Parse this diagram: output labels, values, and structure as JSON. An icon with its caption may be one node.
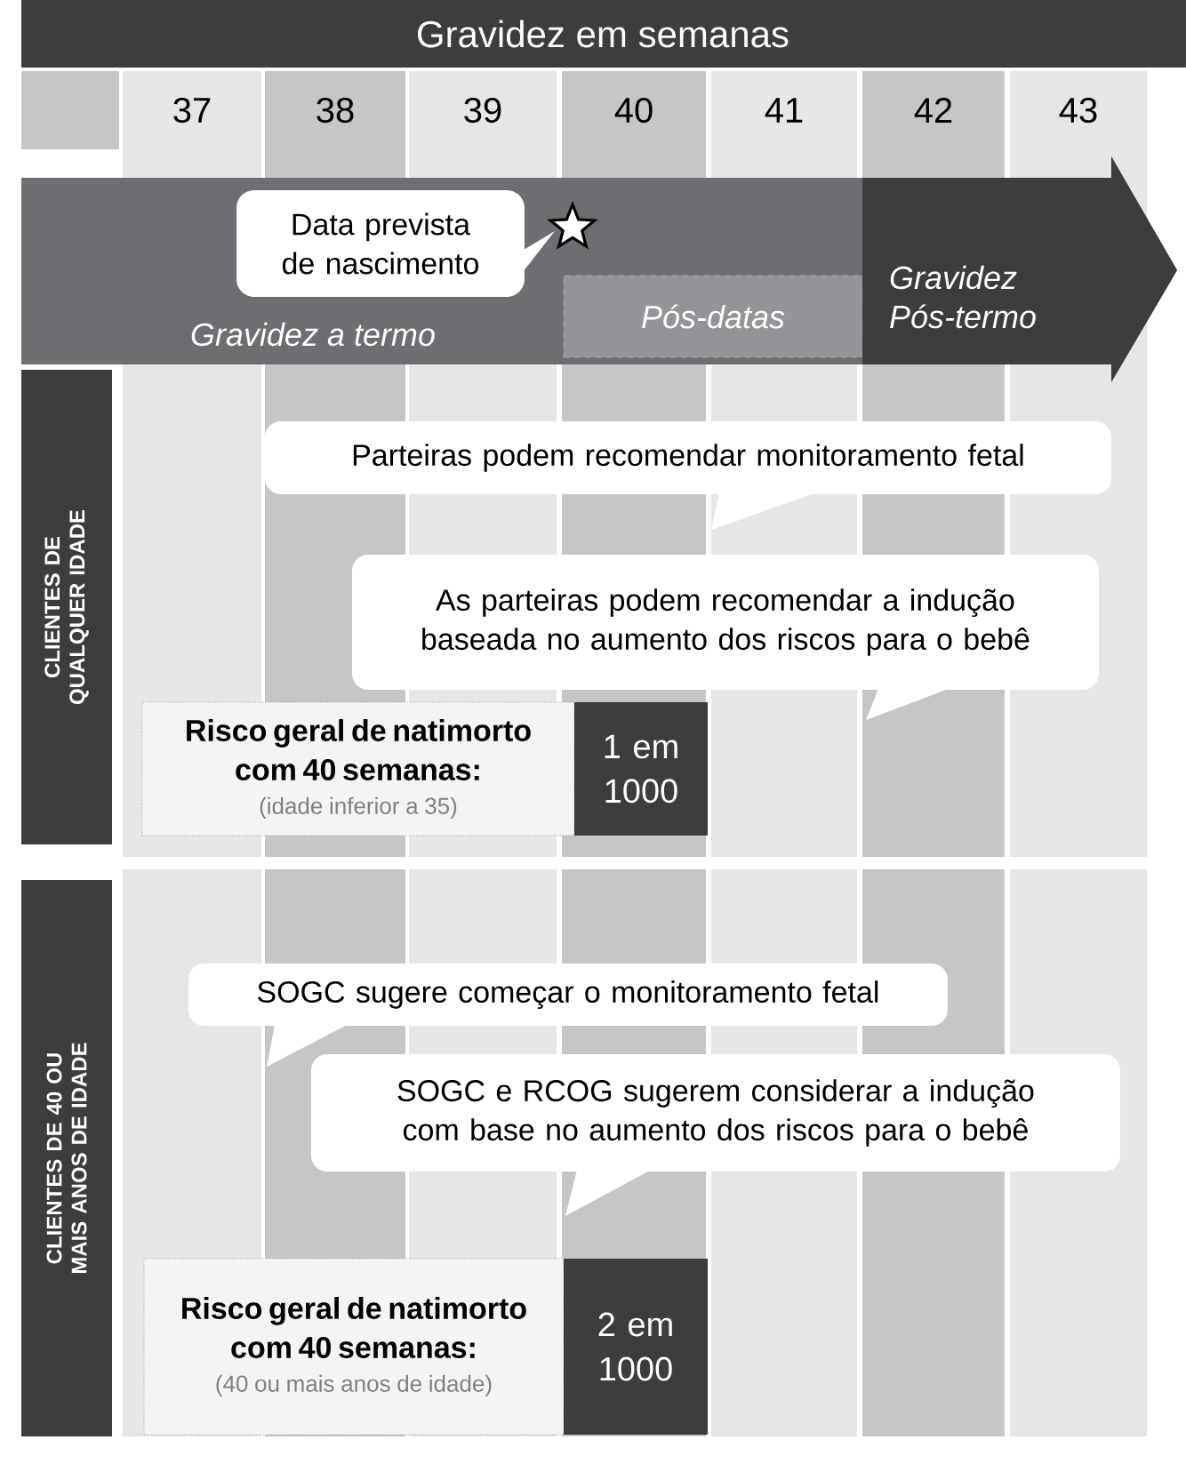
{
  "diagram": {
    "title": "Gravidez em semanas",
    "nodes": [
      {
        "text": [
          "Gravidez a termo"
        ]
      },
      {
        "text": [
          "Data prevista de nascimento"
        ],
        "in": 0
      },
      {
        "text": [
          "Pós-datas"
        ],
        "in": 0
      },
      {
        "text": [
          "Gravidez Pós-termo"
        ],
        "in": 0
      },
      {
        "text": [
          "CLIENTES DE QUALQUER IDADE"
        ]
      },
      {
        "text": [
          "Parteiras podem recomendar monitoramento fetal"
        ]
      },
      {
        "text": [
          "As parteiras podem recomendar a indução baseada no aumento dos riscos para o bebê"
        ]
      },
      {
        "text": [
          "Risco geral de natimorto com 40 semanas:",
          "(idade inferior a 35)"
        ]
      },
      {
        "text": [
          "1 em 1000"
        ]
      },
      {
        "text": [
          "CLIENTES DE 40 OU MAIS ANOS DE IDADE"
        ]
      },
      {
        "text": [
          "SOGC sugere começar o monitoramento fetal"
        ]
      },
      {
        "text": [
          "SOGC e RCOG sugerem considerar a indução com base no aumento dos riscos para o bebê"
        ]
      },
      {
        "text": [
          "Risco geral de natimorto com 40 semanas:",
          "(40 ou mais anos de idade)"
        ]
      },
      {
        "text": [
          "2 em 1000"
        ]
      }
    ],
    "labels": [
      "37",
      "38",
      "39",
      "40",
      "41",
      "42",
      "43"
    ]
  }
}
